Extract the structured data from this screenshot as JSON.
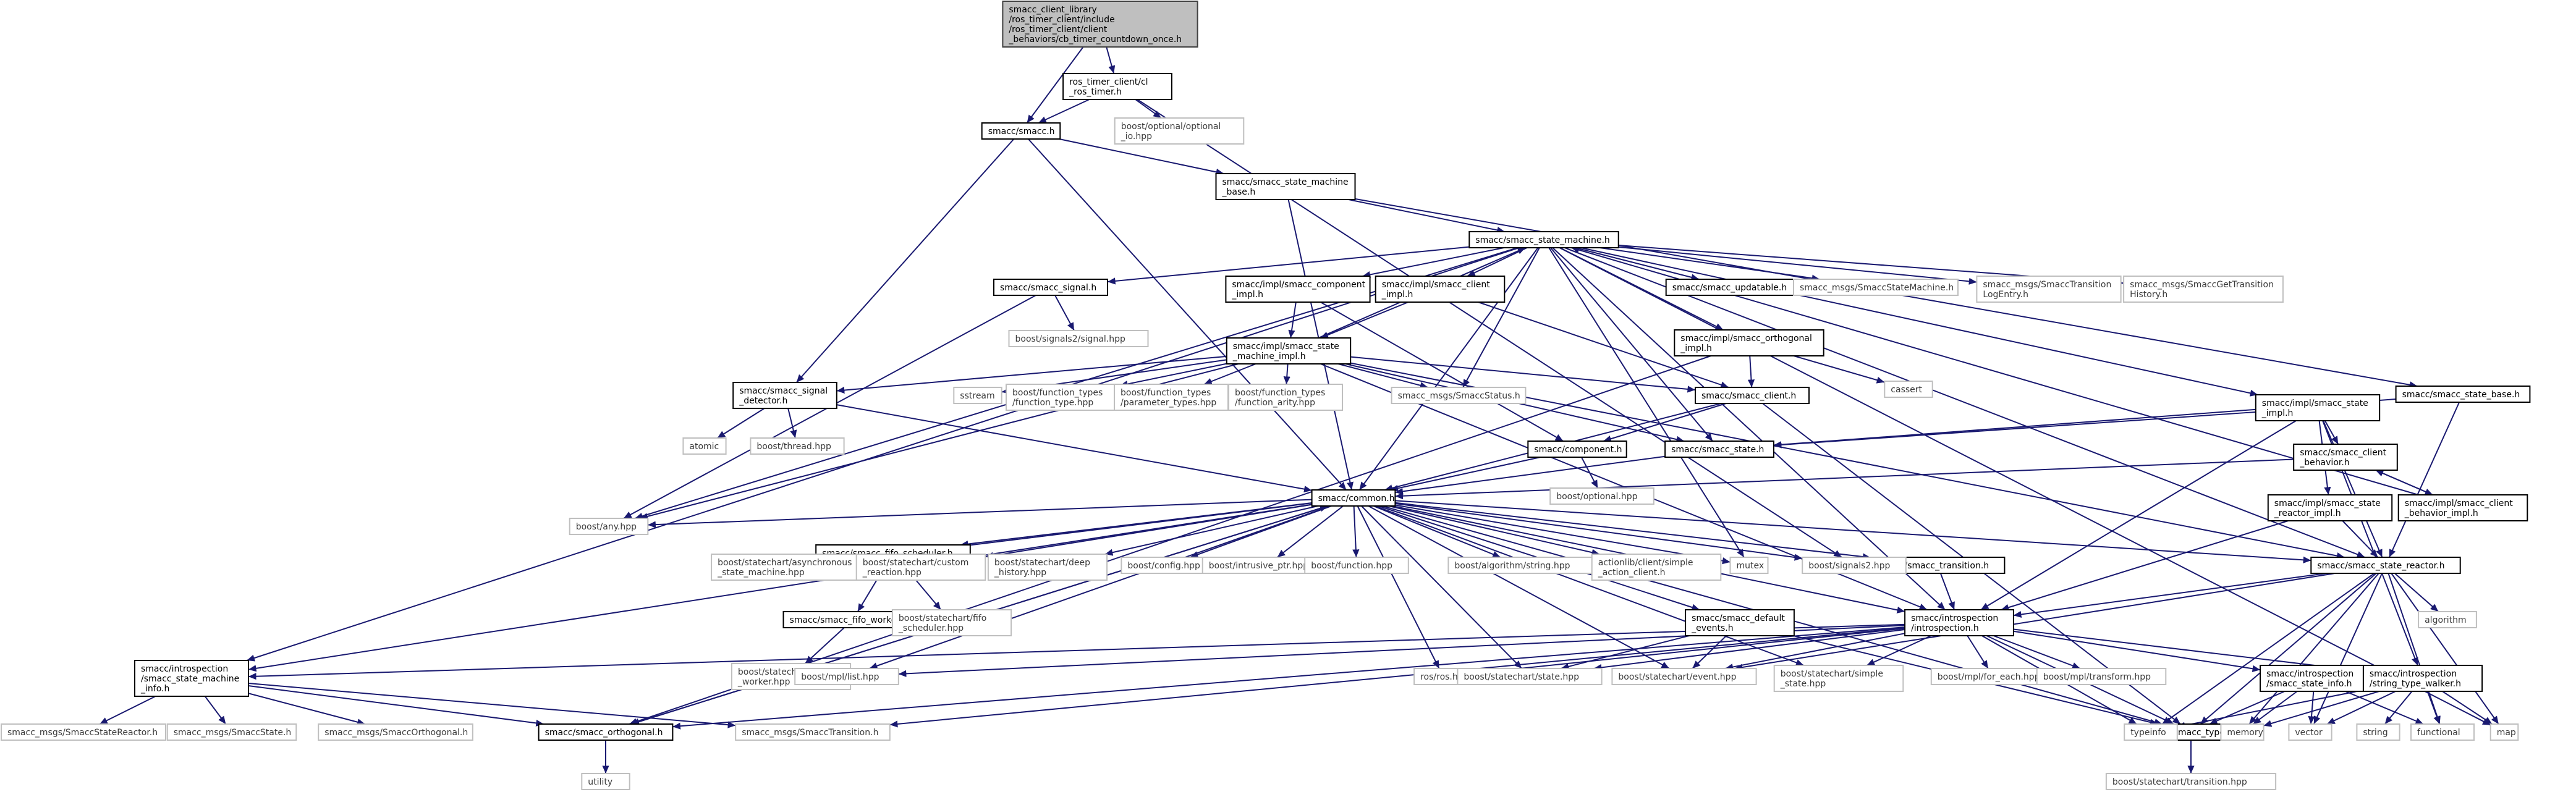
{
  "graph": {
    "nodes": [
      {
        "id": "main",
        "kind": "main",
        "lines": [
          "smacc_client_library",
          "/ros_timer_client/include",
          "/ros_timer_client/client",
          "_behaviors/cb_timer_countdown_once.h"
        ]
      },
      {
        "id": "ros_timer",
        "kind": "local",
        "lines": [
          "ros_timer_client/cl",
          "_ros_timer.h"
        ]
      },
      {
        "id": "boost_optional_io",
        "kind": "system",
        "lines": [
          "boost/optional/optional",
          "_io.hpp"
        ]
      },
      {
        "id": "smacc_h",
        "kind": "local",
        "lines": [
          "smacc/smacc.h"
        ]
      },
      {
        "id": "sm_base",
        "kind": "local",
        "lines": [
          "smacc/smacc_state_machine",
          "_base.h"
        ]
      },
      {
        "id": "sm_h",
        "kind": "local",
        "lines": [
          "smacc/smacc_state_machine.h"
        ]
      },
      {
        "id": "signal_h",
        "kind": "local",
        "lines": [
          "smacc/smacc_signal.h"
        ]
      },
      {
        "id": "comp_impl",
        "kind": "local",
        "lines": [
          "smacc/impl/smacc_component",
          "_impl.h"
        ]
      },
      {
        "id": "client_impl",
        "kind": "local",
        "lines": [
          "smacc/impl/smacc_client",
          "_impl.h"
        ]
      },
      {
        "id": "updatable",
        "kind": "local",
        "lines": [
          "smacc/smacc_updatable.h"
        ]
      },
      {
        "id": "msg_sm",
        "kind": "system",
        "lines": [
          "smacc_msgs/SmaccStateMachine.h"
        ]
      },
      {
        "id": "msg_trlog",
        "kind": "system",
        "lines": [
          "smacc_msgs/SmaccTransition",
          "LogEntry.h"
        ]
      },
      {
        "id": "msg_gettr",
        "kind": "system",
        "lines": [
          "smacc_msgs/SmaccGetTransition",
          "History.h"
        ]
      },
      {
        "id": "boost_signal_hpp",
        "kind": "system",
        "lines": [
          "boost/signals2/signal.hpp"
        ]
      },
      {
        "id": "sm_impl",
        "kind": "local",
        "lines": [
          "smacc/impl/smacc_state",
          "_machine_impl.h"
        ]
      },
      {
        "id": "orth_impl",
        "kind": "local",
        "lines": [
          "smacc/impl/smacc_orthogonal",
          "_impl.h"
        ]
      },
      {
        "id": "cassert",
        "kind": "system",
        "lines": [
          "cassert"
        ]
      },
      {
        "id": "state_impl",
        "kind": "local",
        "lines": [
          "smacc/impl/smacc_state",
          "_impl.h"
        ]
      },
      {
        "id": "state_base",
        "kind": "local",
        "lines": [
          "smacc/smacc_state_base.h"
        ]
      },
      {
        "id": "sig_detector",
        "kind": "local",
        "lines": [
          "smacc/smacc_signal",
          "_detector.h"
        ]
      },
      {
        "id": "sstream",
        "kind": "system",
        "lines": [
          "sstream"
        ]
      },
      {
        "id": "ft_function_type",
        "kind": "system",
        "lines": [
          "boost/function_types",
          "/function_type.hpp"
        ]
      },
      {
        "id": "ft_param_types",
        "kind": "system",
        "lines": [
          "boost/function_types",
          "/parameter_types.hpp"
        ]
      },
      {
        "id": "ft_arity",
        "kind": "system",
        "lines": [
          "boost/function_types",
          "/function_arity.hpp"
        ]
      },
      {
        "id": "msg_status",
        "kind": "system",
        "lines": [
          "smacc_msgs/SmaccStatus.h"
        ]
      },
      {
        "id": "client_h",
        "kind": "local",
        "lines": [
          "smacc/smacc_client.h"
        ]
      },
      {
        "id": "atomic",
        "kind": "system",
        "lines": [
          "atomic"
        ]
      },
      {
        "id": "boost_thread",
        "kind": "system",
        "lines": [
          "boost/thread.hpp"
        ]
      },
      {
        "id": "component_h",
        "kind": "local",
        "lines": [
          "smacc/component.h"
        ]
      },
      {
        "id": "state_h",
        "kind": "local",
        "lines": [
          "smacc/smacc_state.h"
        ]
      },
      {
        "id": "client_behavior",
        "kind": "local",
        "lines": [
          "smacc/smacc_client",
          "_behavior.h"
        ]
      },
      {
        "id": "boost_optional",
        "kind": "system",
        "lines": [
          "boost/optional.hpp"
        ]
      },
      {
        "id": "common_h",
        "kind": "local",
        "lines": [
          "smacc/common.h"
        ]
      },
      {
        "id": "reactor_impl",
        "kind": "local",
        "lines": [
          "smacc/impl/smacc_state",
          "_reactor_impl.h"
        ]
      },
      {
        "id": "cb_impl",
        "kind": "local",
        "lines": [
          "smacc/impl/smacc_client",
          "_behavior_impl.h"
        ]
      },
      {
        "id": "boost_any",
        "kind": "system",
        "lines": [
          "boost/any.hpp"
        ]
      },
      {
        "id": "fifo_sched",
        "kind": "local",
        "lines": [
          "smacc/smacc_fifo_scheduler.h"
        ]
      },
      {
        "id": "sc_async",
        "kind": "system",
        "lines": [
          "boost/statechart/asynchronous",
          "_state_machine.hpp"
        ]
      },
      {
        "id": "sc_custom",
        "kind": "system",
        "lines": [
          "boost/statechart/custom",
          "_reaction.hpp"
        ]
      },
      {
        "id": "sc_deep",
        "kind": "system",
        "lines": [
          "boost/statechart/deep",
          "_history.hpp"
        ]
      },
      {
        "id": "boost_config",
        "kind": "system",
        "lines": [
          "boost/config.hpp"
        ]
      },
      {
        "id": "intrusive_ptr",
        "kind": "system",
        "lines": [
          "boost/intrusive_ptr.hpp"
        ]
      },
      {
        "id": "boost_function",
        "kind": "system",
        "lines": [
          "boost/function.hpp"
        ]
      },
      {
        "id": "algo_string",
        "kind": "system",
        "lines": [
          "boost/algorithm/string.hpp"
        ]
      },
      {
        "id": "actionlib",
        "kind": "system",
        "lines": [
          "actionlib/client/simple",
          "_action_client.h"
        ]
      },
      {
        "id": "transition_h",
        "kind": "local",
        "lines": [
          "smacc/smacc_transition.h"
        ]
      },
      {
        "id": "mutex",
        "kind": "system",
        "lines": [
          "mutex"
        ]
      },
      {
        "id": "boost_signals2",
        "kind": "system",
        "lines": [
          "boost/signals2.hpp"
        ]
      },
      {
        "id": "reactor_h",
        "kind": "local",
        "lines": [
          "smacc/smacc_state_reactor.h"
        ]
      },
      {
        "id": "fifo_worker",
        "kind": "local",
        "lines": [
          "smacc/smacc_fifo_worker.h"
        ]
      },
      {
        "id": "sc_fifo_sched",
        "kind": "system",
        "lines": [
          "boost/statechart/fifo",
          "_scheduler.hpp"
        ]
      },
      {
        "id": "default_events",
        "kind": "local",
        "lines": [
          "smacc/smacc_default",
          "_events.h"
        ]
      },
      {
        "id": "introspection_h",
        "kind": "local",
        "lines": [
          "smacc/introspection",
          "/introspection.h"
        ]
      },
      {
        "id": "algorithm",
        "kind": "system",
        "lines": [
          "algorithm"
        ]
      },
      {
        "id": "sc_fifo_worker",
        "kind": "system",
        "lines": [
          "boost/statechart/fifo",
          "_worker.hpp"
        ]
      },
      {
        "id": "sm_info",
        "kind": "local",
        "lines": [
          "smacc/introspection",
          "/smacc_state_machine",
          "_info.h"
        ]
      },
      {
        "id": "mpl_list",
        "kind": "system",
        "lines": [
          "boost/mpl/list.hpp"
        ]
      },
      {
        "id": "roscpp",
        "kind": "system",
        "lines": [
          "ros/ros.h"
        ]
      },
      {
        "id": "sc_state",
        "kind": "system",
        "lines": [
          "boost/statechart/state.hpp"
        ]
      },
      {
        "id": "sc_event",
        "kind": "system",
        "lines": [
          "boost/statechart/event.hpp"
        ]
      },
      {
        "id": "sc_simple_state",
        "kind": "system",
        "lines": [
          "boost/statechart/simple",
          "_state.hpp"
        ]
      },
      {
        "id": "mpl_for_each",
        "kind": "system",
        "lines": [
          "boost/mpl/for_each.hpp"
        ]
      },
      {
        "id": "mpl_transform",
        "kind": "system",
        "lines": [
          "boost/mpl/transform.hpp"
        ]
      },
      {
        "id": "state_info",
        "kind": "local",
        "lines": [
          "smacc/introspection",
          "/smacc_state_info.h"
        ]
      },
      {
        "id": "string_walker",
        "kind": "local",
        "lines": [
          "smacc/introspection",
          "/string_type_walker.h"
        ]
      },
      {
        "id": "msg_reactor",
        "kind": "system",
        "lines": [
          "smacc_msgs/SmaccStateReactor.h"
        ]
      },
      {
        "id": "msg_state",
        "kind": "system",
        "lines": [
          "smacc_msgs/SmaccState.h"
        ]
      },
      {
        "id": "msg_orth",
        "kind": "system",
        "lines": [
          "smacc_msgs/SmaccOrthogonal.h"
        ]
      },
      {
        "id": "orthogonal_h",
        "kind": "local",
        "lines": [
          "smacc/smacc_orthogonal.h"
        ]
      },
      {
        "id": "msg_transition",
        "kind": "system",
        "lines": [
          "smacc_msgs/SmaccTransition.h"
        ]
      },
      {
        "id": "types_h",
        "kind": "local",
        "lines": [
          "smacc/smacc_types.h"
        ]
      },
      {
        "id": "typeinfo",
        "kind": "system",
        "lines": [
          "typeinfo"
        ]
      },
      {
        "id": "memory",
        "kind": "system",
        "lines": [
          "memory"
        ]
      },
      {
        "id": "vector",
        "kind": "system",
        "lines": [
          "vector"
        ]
      },
      {
        "id": "string",
        "kind": "system",
        "lines": [
          "string"
        ]
      },
      {
        "id": "functional",
        "kind": "system",
        "lines": [
          "functional"
        ]
      },
      {
        "id": "map",
        "kind": "system",
        "lines": [
          "map"
        ]
      },
      {
        "id": "utility",
        "kind": "system",
        "lines": [
          "utility"
        ]
      },
      {
        "id": "sc_transition",
        "kind": "system",
        "lines": [
          "boost/statechart/transition.hpp"
        ]
      }
    ],
    "edges": [
      [
        "main",
        "ros_timer"
      ],
      [
        "main",
        "smacc_h"
      ],
      [
        "ros_timer",
        "smacc_h"
      ],
      [
        "ros_timer",
        "boost_optional_io"
      ],
      [
        "ros_timer",
        "boost_signals2"
      ],
      [
        "smacc_h",
        "sm_base"
      ],
      [
        "smacc_h",
        "sig_detector"
      ],
      [
        "smacc_h",
        "common_h"
      ],
      [
        "sm_base",
        "sm_h"
      ],
      [
        "sm_base",
        "common_h"
      ],
      [
        "sm_base",
        "state_base"
      ],
      [
        "sm_h",
        "signal_h"
      ],
      [
        "sm_h",
        "comp_impl"
      ],
      [
        "sm_h",
        "client_impl"
      ],
      [
        "sm_h",
        "updatable"
      ],
      [
        "sm_h",
        "msg_sm"
      ],
      [
        "sm_h",
        "msg_trlog"
      ],
      [
        "sm_h",
        "msg_gettr"
      ],
      [
        "sm_h",
        "orth_impl"
      ],
      [
        "sm_h",
        "state_impl"
      ],
      [
        "sm_h",
        "sm_info"
      ],
      [
        "sm_h",
        "boost_any"
      ],
      [
        "sm_h",
        "common_h"
      ],
      [
        "sm_h",
        "msg_status"
      ],
      [
        "sm_h",
        "state_h"
      ],
      [
        "sm_h",
        "mutex"
      ],
      [
        "sm_h",
        "map"
      ],
      [
        "sm_h",
        "introspection_h"
      ],
      [
        "sm_h",
        "reactor_h"
      ],
      [
        "signal_h",
        "boost_signal_hpp"
      ],
      [
        "signal_h",
        "boost_any"
      ],
      [
        "comp_impl",
        "sm_impl"
      ],
      [
        "comp_impl",
        "component_h"
      ],
      [
        "client_impl",
        "sm_impl"
      ],
      [
        "client_impl",
        "client_h"
      ],
      [
        "sm_impl",
        "sm_h"
      ],
      [
        "sm_impl",
        "sig_detector"
      ],
      [
        "sm_impl",
        "sstream"
      ],
      [
        "sm_impl",
        "ft_function_type"
      ],
      [
        "sm_impl",
        "ft_param_types"
      ],
      [
        "sm_impl",
        "ft_arity"
      ],
      [
        "sm_impl",
        "msg_status"
      ],
      [
        "sm_impl",
        "client_h"
      ],
      [
        "sm_impl",
        "state_h"
      ],
      [
        "sm_impl",
        "introspection_h"
      ],
      [
        "sm_impl",
        "reactor_h"
      ],
      [
        "sm_impl",
        "boost_any"
      ],
      [
        "orth_impl",
        "client_h"
      ],
      [
        "orth_impl",
        "cassert"
      ],
      [
        "orth_impl",
        "orthogonal_h"
      ],
      [
        "client_h",
        "component_h"
      ],
      [
        "client_h",
        "common_h"
      ],
      [
        "client_h",
        "types_h"
      ],
      [
        "sig_detector",
        "atomic"
      ],
      [
        "sig_detector",
        "boost_thread"
      ],
      [
        "sig_detector",
        "common_h"
      ],
      [
        "component_h",
        "common_h"
      ],
      [
        "component_h",
        "boost_optional"
      ],
      [
        "state_h",
        "common_h"
      ],
      [
        "state_impl",
        "state_h"
      ],
      [
        "state_impl",
        "client_behavior"
      ],
      [
        "state_impl",
        "reactor_impl"
      ],
      [
        "state_impl",
        "reactor_h"
      ],
      [
        "state_impl",
        "string_walker"
      ],
      [
        "state_impl",
        "introspection_h"
      ],
      [
        "state_base",
        "state_h"
      ],
      [
        "state_base",
        "reactor_h"
      ],
      [
        "client_behavior",
        "common_h"
      ],
      [
        "client_behavior",
        "cb_impl"
      ],
      [
        "cb_impl",
        "client_behavior"
      ],
      [
        "cb_impl",
        "sm_h"
      ],
      [
        "reactor_impl",
        "reactor_h"
      ],
      [
        "reactor_impl",
        "introspection_h"
      ],
      [
        "common_h",
        "boost_any"
      ],
      [
        "common_h",
        "fifo_sched"
      ],
      [
        "common_h",
        "sc_async"
      ],
      [
        "common_h",
        "sc_custom"
      ],
      [
        "common_h",
        "sc_deep"
      ],
      [
        "common_h",
        "boost_config"
      ],
      [
        "common_h",
        "intrusive_ptr"
      ],
      [
        "common_h",
        "boost_function"
      ],
      [
        "common_h",
        "algo_string"
      ],
      [
        "common_h",
        "actionlib"
      ],
      [
        "common_h",
        "transition_h"
      ],
      [
        "common_h",
        "mutex"
      ],
      [
        "common_h",
        "boost_signals2"
      ],
      [
        "common_h",
        "reactor_h"
      ],
      [
        "common_h",
        "default_events"
      ],
      [
        "common_h",
        "introspection_h"
      ],
      [
        "common_h",
        "orthogonal_h"
      ],
      [
        "common_h",
        "sm_info"
      ],
      [
        "common_h",
        "mpl_list"
      ],
      [
        "common_h",
        "roscpp"
      ],
      [
        "common_h",
        "sc_state"
      ],
      [
        "common_h",
        "sc_event"
      ],
      [
        "common_h",
        "sc_simple_state"
      ],
      [
        "common_h",
        "types_h"
      ],
      [
        "fifo_sched",
        "fifo_worker"
      ],
      [
        "fifo_sched",
        "sc_fifo_sched"
      ],
      [
        "fifo_worker",
        "sc_fifo_worker"
      ],
      [
        "transition_h",
        "introspection_h"
      ],
      [
        "default_events",
        "sc_state"
      ],
      [
        "default_events",
        "sc_event"
      ],
      [
        "default_events",
        "types_h"
      ],
      [
        "reactor_h",
        "introspection_h"
      ],
      [
        "reactor_h",
        "algorithm"
      ],
      [
        "reactor_h",
        "memory"
      ],
      [
        "reactor_h",
        "vector"
      ],
      [
        "reactor_h",
        "functional"
      ],
      [
        "reactor_h",
        "map"
      ],
      [
        "reactor_h",
        "types_h"
      ],
      [
        "reactor_h",
        "sc_event"
      ],
      [
        "reactor_h",
        "typeinfo"
      ],
      [
        "introspection_h",
        "sm_info"
      ],
      [
        "introspection_h",
        "mpl_list"
      ],
      [
        "introspection_h",
        "roscpp"
      ],
      [
        "introspection_h",
        "sc_state"
      ],
      [
        "introspection_h",
        "sc_event"
      ],
      [
        "introspection_h",
        "sc_simple_state"
      ],
      [
        "introspection_h",
        "mpl_for_each"
      ],
      [
        "introspection_h",
        "mpl_transform"
      ],
      [
        "introspection_h",
        "state_info"
      ],
      [
        "introspection_h",
        "string_walker"
      ],
      [
        "introspection_h",
        "types_h"
      ],
      [
        "introspection_h",
        "typeinfo"
      ],
      [
        "introspection_h",
        "msg_transition"
      ],
      [
        "introspection_h",
        "orthogonal_h"
      ],
      [
        "sm_info",
        "msg_reactor"
      ],
      [
        "sm_info",
        "msg_state"
      ],
      [
        "sm_info",
        "msg_orth"
      ],
      [
        "sm_info",
        "orthogonal_h"
      ],
      [
        "sm_info",
        "msg_transition"
      ],
      [
        "orthogonal_h",
        "utility"
      ],
      [
        "orthogonal_h",
        "common_h"
      ],
      [
        "state_info",
        "types_h"
      ],
      [
        "state_info",
        "memory"
      ],
      [
        "state_info",
        "vector"
      ],
      [
        "state_info",
        "functional"
      ],
      [
        "string_walker",
        "memory"
      ],
      [
        "string_walker",
        "vector"
      ],
      [
        "string_walker",
        "string"
      ],
      [
        "string_walker",
        "typeinfo"
      ],
      [
        "string_walker",
        "map"
      ],
      [
        "string_walker",
        "functional"
      ],
      [
        "types_h",
        "sc_transition"
      ]
    ]
  }
}
